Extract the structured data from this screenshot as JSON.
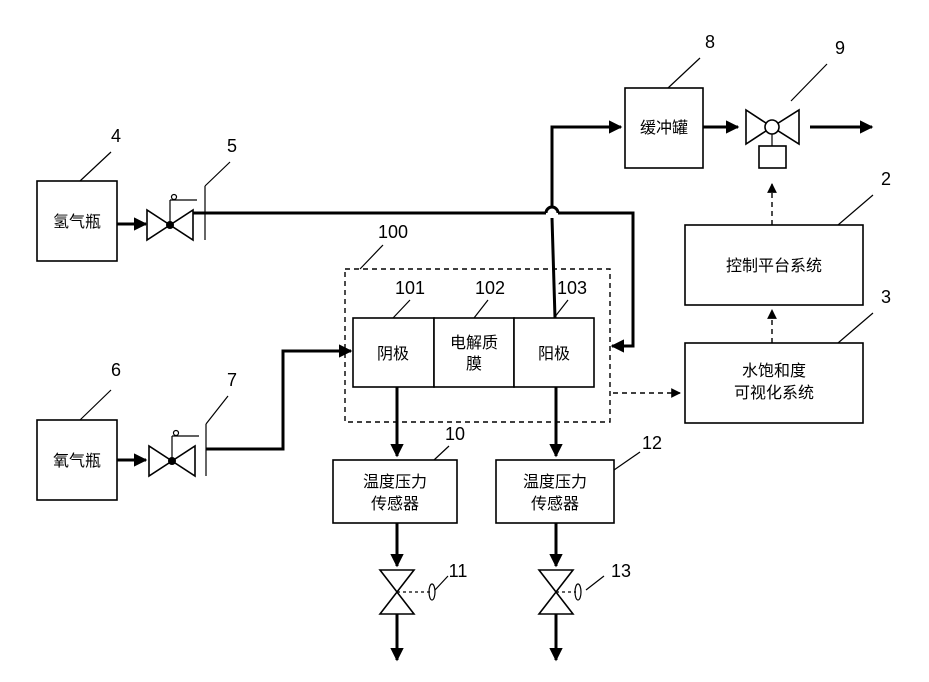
{
  "components": {
    "hydrogen_bottle": {
      "number": "4",
      "label": "氢气瓶"
    },
    "hydrogen_valve": {
      "number": "5"
    },
    "oxygen_bottle": {
      "number": "6",
      "label": "氧气瓶"
    },
    "oxygen_valve": {
      "number": "7"
    },
    "buffer_tank": {
      "number": "8",
      "label": "缓冲罐"
    },
    "back_pressure_valve": {
      "number": "9"
    },
    "control_platform": {
      "number": "2",
      "label": "控制平台系统"
    },
    "water_saturation_system": {
      "number": "3",
      "line1": "水饱和度",
      "line2": "可视化系统"
    },
    "cell_assembly": {
      "number": "100"
    },
    "cathode": {
      "number": "101",
      "label": "阴极"
    },
    "membrane": {
      "number": "102",
      "line1": "电解质",
      "line2": "膜"
    },
    "anode": {
      "number": "103",
      "label": "阳极"
    },
    "sensor_cathode": {
      "number": "10",
      "line1": "温度压力",
      "line2": "传感器"
    },
    "outlet_valve_cathode": {
      "number": "11"
    },
    "sensor_anode": {
      "number": "12",
      "line1": "温度压力",
      "line2": "传感器"
    },
    "outlet_valve_anode": {
      "number": "13"
    }
  }
}
